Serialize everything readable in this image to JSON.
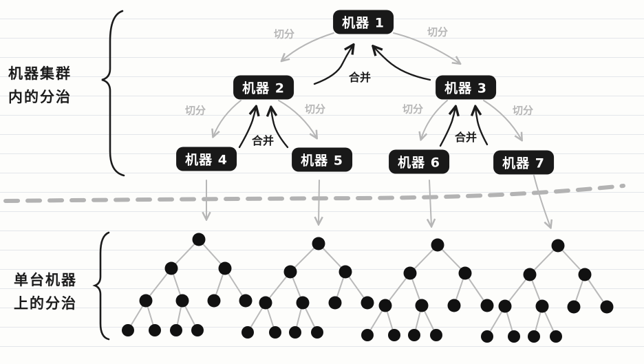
{
  "labels": {
    "cluster_line1": "机器集群",
    "cluster_line2": "内的分治",
    "single_line1": "单台机器",
    "single_line2": "上的分治",
    "split": "切分",
    "merge": "合并"
  },
  "machines": [
    "机器 1",
    "机器 2",
    "机器 3",
    "机器 4",
    "机器 5",
    "机器 6",
    "机器 7"
  ],
  "colors": {
    "node_fill": "#191919",
    "node_text": "#ffffff",
    "split_arrow": "#b6b6b6",
    "merge_arrow": "#1b1b1b",
    "divider": "#b3b3b3"
  }
}
